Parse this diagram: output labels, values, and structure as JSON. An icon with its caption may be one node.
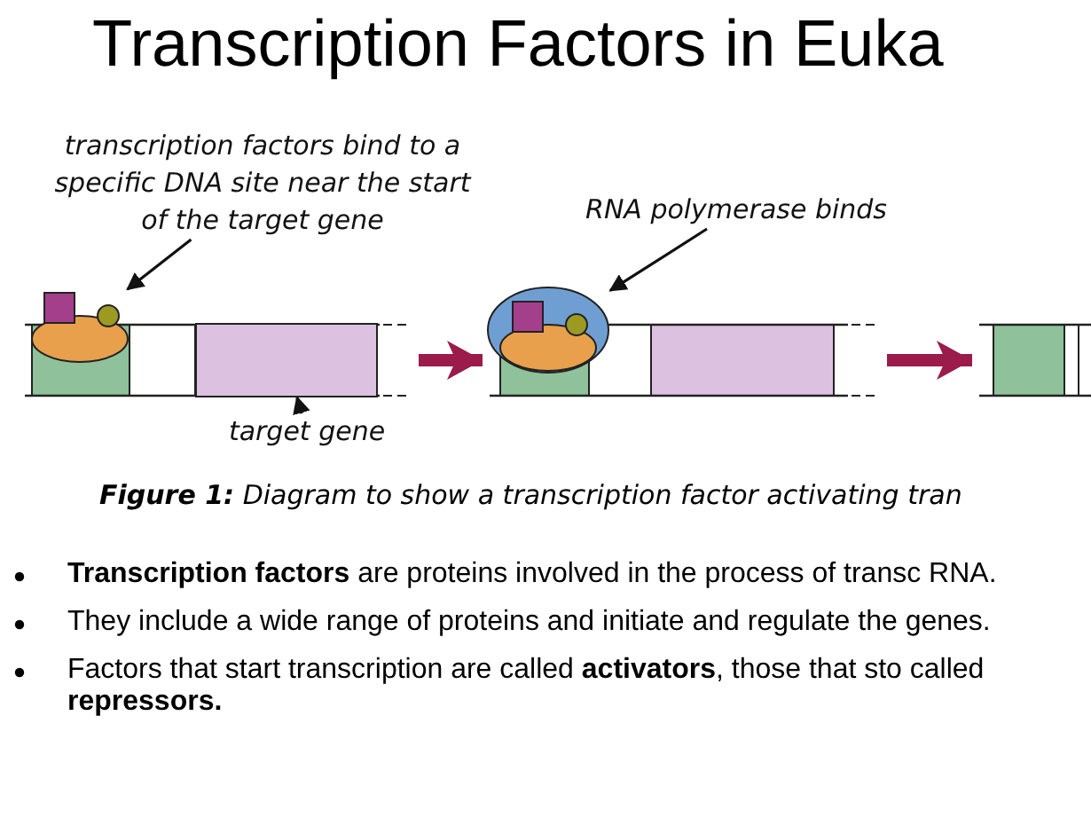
{
  "diagram": {
    "title": "Transcription Factors in Euka",
    "caption": "**Figure 1:**  Diagram to show a transcription factor activating tran",
    "nodes": [
      {
        "text": [
          "transcription factors bind to a specific DNA site near the start of the target gene"
        ]
      },
      {
        "text": [
          "RNA polymerase binds"
        ]
      },
      {
        "text": [],
        "shape": "ellipse"
      },
      {
        "text": [],
        "shape": "bar"
      },
      {
        "text": [],
        "shape": "box",
        "in": 3
      },
      {
        "text": [],
        "shape": "ellipse"
      },
      {
        "text": [],
        "shape": "bar"
      },
      {
        "text": [],
        "shape": "bar"
      },
      {
        "text": [
          "target gene"
        ]
      }
    ],
    "edges": [
      {
        "from": 0,
        "to": 2,
        "arrow": "to"
      },
      {
        "from": 1,
        "to": 5,
        "arrow": "to"
      },
      {
        "from": 8,
        "to": 4,
        "arrow": "to"
      },
      {
        "from": 3,
        "to": 6,
        "arrow": "to",
        "style": "thick",
        "color": "#9b1b4b"
      },
      {
        "from": 6,
        "to": 7,
        "arrow": "to",
        "style": "thick",
        "color": "#9b1b4b"
      }
    ],
    "labels": [
      "**Transcription factors** are proteins involved in the process of transc RNA.",
      "They include a wide range of proteins and initiate and regulate the genes.",
      "Factors that start transcription are called **activators**, those that sto called **repressors.**"
    ]
  }
}
